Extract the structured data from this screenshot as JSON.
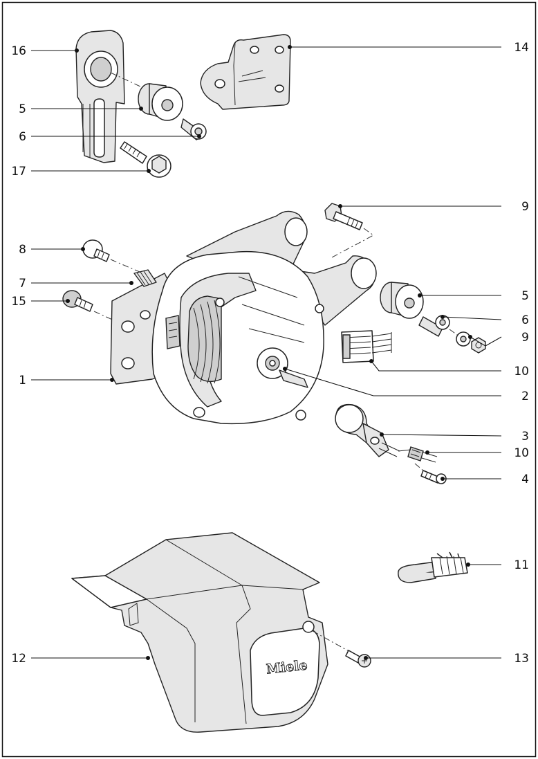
{
  "diagram": {
    "brand_mark": "Miele",
    "callouts": [
      {
        "id": "16",
        "label": "16"
      },
      {
        "id": "5a",
        "label": "5"
      },
      {
        "id": "6a",
        "label": "6"
      },
      {
        "id": "17",
        "label": "17"
      },
      {
        "id": "14",
        "label": "14"
      },
      {
        "id": "9a",
        "label": "9"
      },
      {
        "id": "8",
        "label": "8"
      },
      {
        "id": "7",
        "label": "7"
      },
      {
        "id": "15",
        "label": "15"
      },
      {
        "id": "1",
        "label": "1"
      },
      {
        "id": "5b",
        "label": "5"
      },
      {
        "id": "6b",
        "label": "6"
      },
      {
        "id": "9b",
        "label": "9"
      },
      {
        "id": "10a",
        "label": "10"
      },
      {
        "id": "2",
        "label": "2"
      },
      {
        "id": "3",
        "label": "3"
      },
      {
        "id": "10b",
        "label": "10"
      },
      {
        "id": "4",
        "label": "4"
      },
      {
        "id": "11",
        "label": "11"
      },
      {
        "id": "12",
        "label": "12"
      },
      {
        "id": "13",
        "label": "13"
      }
    ]
  }
}
